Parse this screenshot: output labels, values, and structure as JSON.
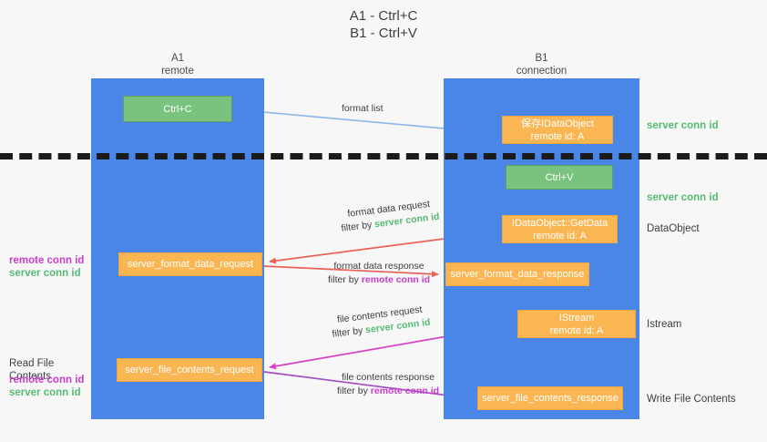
{
  "title": {
    "line1": "A1 - Ctrl+C",
    "line2": "B1 - Ctrl+V"
  },
  "lanes": [
    {
      "name": "A1",
      "sub": "remote"
    },
    {
      "name": "B1",
      "sub": "connection"
    }
  ],
  "colors": {
    "lane_blue": "#4a86e8",
    "node_green": "#7ac37f",
    "node_orange": "#fbb654",
    "accent_green_text": "#57bb74",
    "accent_magenta_text": "#c840c8",
    "arrow_light_blue": "#8ab6e8",
    "arrow_red": "#e8625a",
    "arrow_magenta": "#d941c8",
    "arrow_purple": "#a64bc4",
    "arrow_black": "#1b1b1b",
    "separator": "#1b1b1b",
    "background": "#f7f7f7"
  },
  "nodes": {
    "ctrl_c": {
      "label": "Ctrl+C"
    },
    "save_idataobject": {
      "line1": "保存IDataObject",
      "line2": "remote id: A"
    },
    "ctrl_v": {
      "label": "Ctrl+V"
    },
    "getdata": {
      "line1": "IDataObject::GetData",
      "line2": "remote id: A"
    },
    "format_data_request": {
      "label": "server_format_data_request"
    },
    "format_data_response": {
      "label": "server_format_data_response"
    },
    "istream": {
      "line1": "IStream",
      "line2": "remote id: A"
    },
    "file_contents_request": {
      "label": "server_file_contents_request"
    },
    "file_contents_response": {
      "label": "server_file_contents_response"
    }
  },
  "edge_labels": {
    "format_list": "format list",
    "format_data_request": {
      "line1": "format data request",
      "filter_prefix": "filter by ",
      "filter_value": "server conn id"
    },
    "format_data_response": {
      "line1": "format data response",
      "filter_prefix": "filter by ",
      "filter_value": "remote conn id"
    },
    "file_contents_request": {
      "line1": "file contents request",
      "filter_prefix": "filter by ",
      "filter_value": "server conn id"
    },
    "file_contents_response": {
      "line1": "file contents response",
      "filter_prefix": "filter by ",
      "filter_value": "remote conn id"
    }
  },
  "right_labels": {
    "server_conn_id_1": "server conn id",
    "server_conn_id_2": "server conn id",
    "dataobject": "DataObject",
    "istream": "Istream",
    "write_file_contents": "Write File Contents"
  },
  "left_labels": {
    "remote_conn_id_1": "remote conn id",
    "server_conn_id_1": "server conn id",
    "read_file_contents": "Read File Contents",
    "remote_conn_id_2": "remote conn id",
    "server_conn_id_2": "server conn id"
  }
}
